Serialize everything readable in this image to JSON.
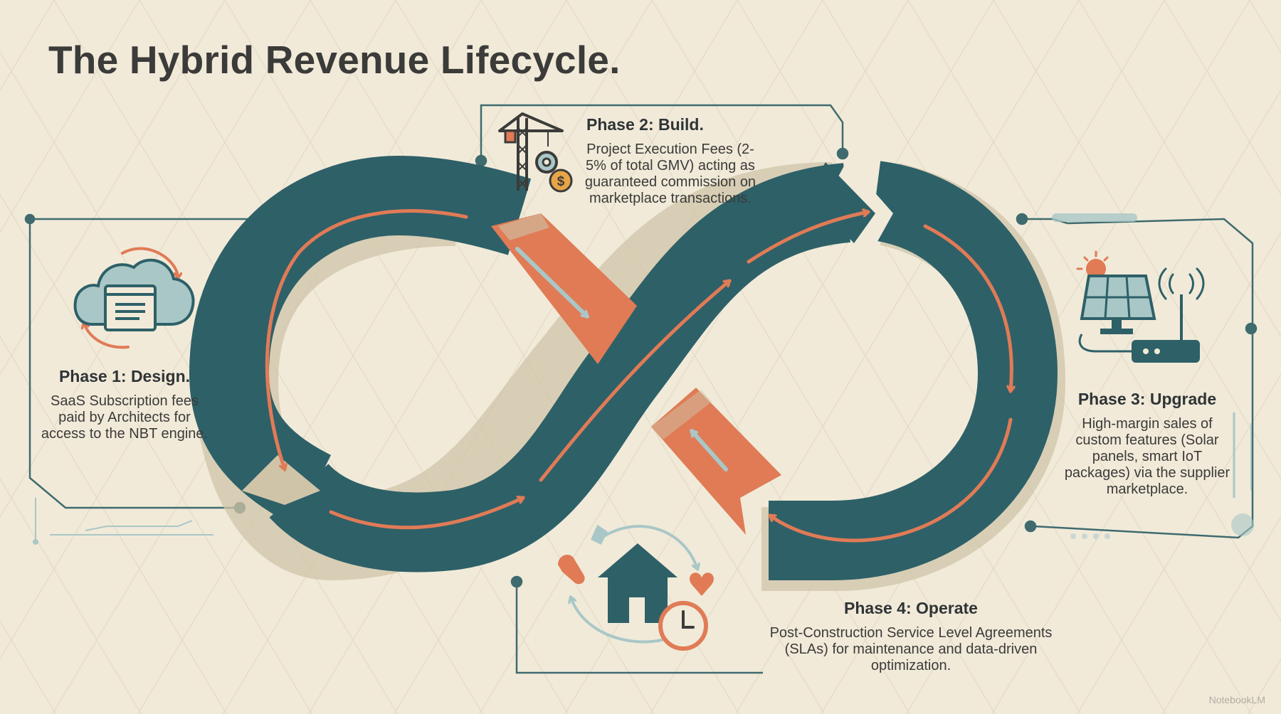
{
  "title": "The Hybrid Revenue Lifecycle.",
  "phases": [
    {
      "id": "design",
      "title": "Phase 1: Design.",
      "description": "SaaS Subscription fees paid by Architects for access to the NBT engine.",
      "icon": "cloud-browser-icon"
    },
    {
      "id": "build",
      "title": "Phase 2: Build.",
      "description": "Project Execution Fees (2-5% of total GMV) acting as guaranteed commission on marketplace transactions.",
      "icon": "crane-gear-dollar-icon"
    },
    {
      "id": "upgrade",
      "title": "Phase 3: Upgrade",
      "description": "High-margin sales of custom features (Solar panels, smart IoT packages) via the supplier marketplace.",
      "icon": "solar-panel-router-icon"
    },
    {
      "id": "operate",
      "title": "Phase 4: Operate",
      "description": "Post-Construction Service Level Agreements (SLAs) for maintenance and data-driven optimization.",
      "icon": "house-wrench-clock-icon"
    }
  ],
  "colors": {
    "background": "#f1ead9",
    "band": "#2e6068",
    "accent": "#e07b56",
    "light_accent": "#a9c7c6",
    "line": "#3f6b6e",
    "text": "#3b3b39"
  },
  "watermark": "NotebookLM"
}
